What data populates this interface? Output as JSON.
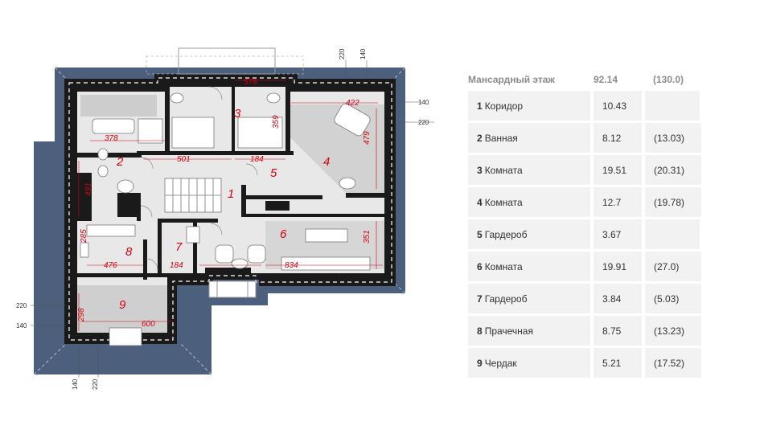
{
  "plan": {
    "room_numbers": [
      "1",
      "2",
      "3",
      "4",
      "5",
      "6",
      "7",
      "8",
      "9"
    ],
    "dimensions": [
      "578",
      "422",
      "359",
      "479",
      "378",
      "501",
      "184",
      "491",
      "285",
      "476",
      "184",
      "834",
      "351",
      "298",
      "600"
    ],
    "external_dims": [
      "220",
      "140",
      "140",
      "220",
      "220",
      "140",
      "140",
      "220"
    ]
  },
  "table": {
    "header": {
      "name": "Мансардный этаж",
      "area": "92.14",
      "total": "(130.0)"
    },
    "rows": [
      {
        "num": "1",
        "name": "Коридор",
        "area": "10.43",
        "total": ""
      },
      {
        "num": "2",
        "name": "Ванная",
        "area": "8.12",
        "total": "(13.03)"
      },
      {
        "num": "3",
        "name": "Комната",
        "area": "19.51",
        "total": "(20.31)"
      },
      {
        "num": "4",
        "name": "Комната",
        "area": "12.7",
        "total": "(19.78)"
      },
      {
        "num": "5",
        "name": "Гардероб",
        "area": "3.67",
        "total": ""
      },
      {
        "num": "6",
        "name": "Комната",
        "area": "19.91",
        "total": "(27.0)"
      },
      {
        "num": "7",
        "name": "Гардероб",
        "area": "3.84",
        "total": "(5.03)"
      },
      {
        "num": "8",
        "name": "Прачечная",
        "area": "8.75",
        "total": "(13.23)"
      },
      {
        "num": "9",
        "name": "Чердак",
        "area": "5.21",
        "total": "(17.52)"
      }
    ]
  },
  "colors": {
    "roof": "#4c5f7d",
    "wall": "#1a1a1a",
    "floor": "#e3e3e3",
    "dim_text": "#d40010"
  }
}
